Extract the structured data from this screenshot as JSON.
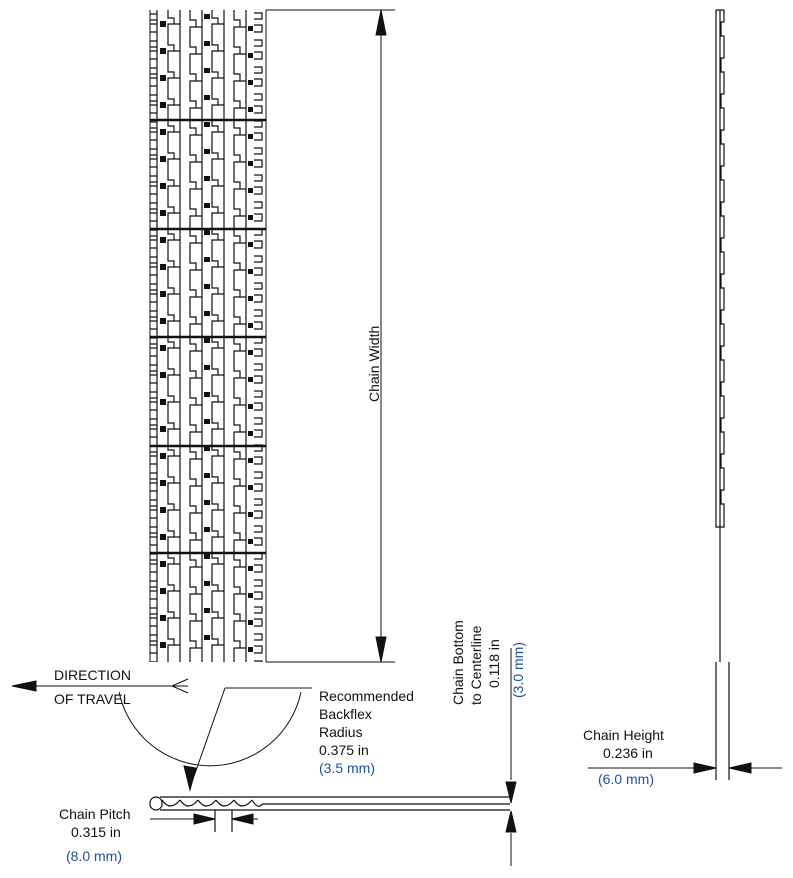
{
  "labels": {
    "chain_width": "Chain Width",
    "direction_line1": "DIRECTION",
    "direction_line2": "OF TRAVEL",
    "backflex_line1": "Recommended",
    "backflex_line2": "Backflex",
    "backflex_line3": "Radius",
    "backflex_in": "0.375 in",
    "backflex_mm": "(3.5 mm)",
    "bottom_line1": "Chain Bottom",
    "bottom_line2": "to Centerline",
    "bottom_in": "0.118 in",
    "bottom_mm": "(3.0 mm)",
    "height_title": "Chain Height",
    "height_in": "0.236 in",
    "height_mm": "(6.0 mm)",
    "pitch_title": "Chain Pitch",
    "pitch_in": "0.315 in",
    "pitch_mm": "(8.0 mm)"
  },
  "colors": {
    "line": "#111111",
    "metric": "#1f4e9c"
  }
}
